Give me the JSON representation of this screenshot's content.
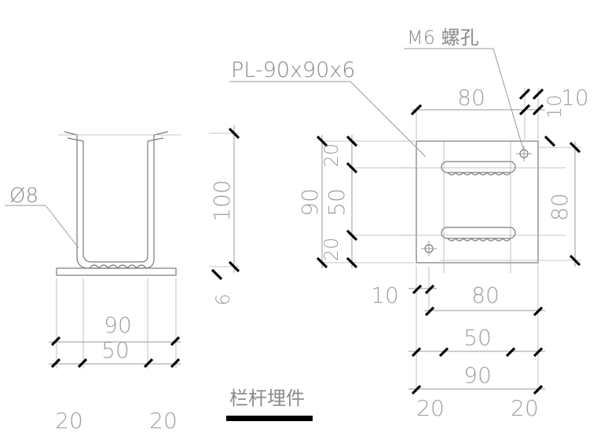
{
  "title": "栏杆埋件",
  "labels": {
    "rod": "Ø8",
    "plate": "PL-90x90x6",
    "bolt_hole": "M6 螺孔"
  },
  "section_view": {
    "height": "100",
    "plate_thickness": "6",
    "overall_width": "90",
    "inner_width": "50",
    "edge_left": "20",
    "edge_right": "20"
  },
  "plan_view": {
    "top_hole_spacing": "80",
    "top_edge": "10",
    "top_edge_vertical": "10",
    "left_overall": "90",
    "left_top": "20",
    "left_mid": "50",
    "left_bottom": "20",
    "right_hole_spacing": "80",
    "bottom_edge_left": "10",
    "bottom_hole_spacing": "80",
    "bottom_mid": "50",
    "bottom_overall": "90",
    "bottom_edge_a": "20",
    "bottom_edge_b": "20"
  }
}
